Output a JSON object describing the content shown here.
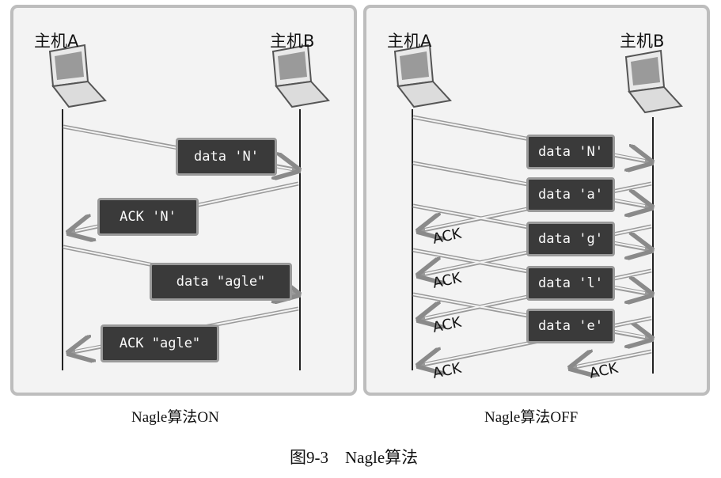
{
  "left": {
    "host_a": "主机A",
    "host_b": "主机B",
    "boxes": [
      "data 'N'",
      "ACK 'N'",
      "data \"agle\"",
      "ACK \"agle\""
    ],
    "caption": "Nagle算法ON"
  },
  "right": {
    "host_a": "主机A",
    "host_b": "主机B",
    "boxes": [
      "data 'N'",
      "data 'a'",
      "data 'g'",
      "data 'l'",
      "data 'e'"
    ],
    "acks": [
      "ACK",
      "ACK",
      "ACK",
      "ACK",
      "ACK"
    ],
    "caption": "Nagle算法OFF"
  },
  "figure_caption": "图9-3    Nagle算法",
  "icons": [
    "laptop-icon"
  ],
  "colors": {
    "panel_bg": "#f3f3f3",
    "box_bg": "#3a3a3a",
    "arrow": "#9a9a9a"
  }
}
